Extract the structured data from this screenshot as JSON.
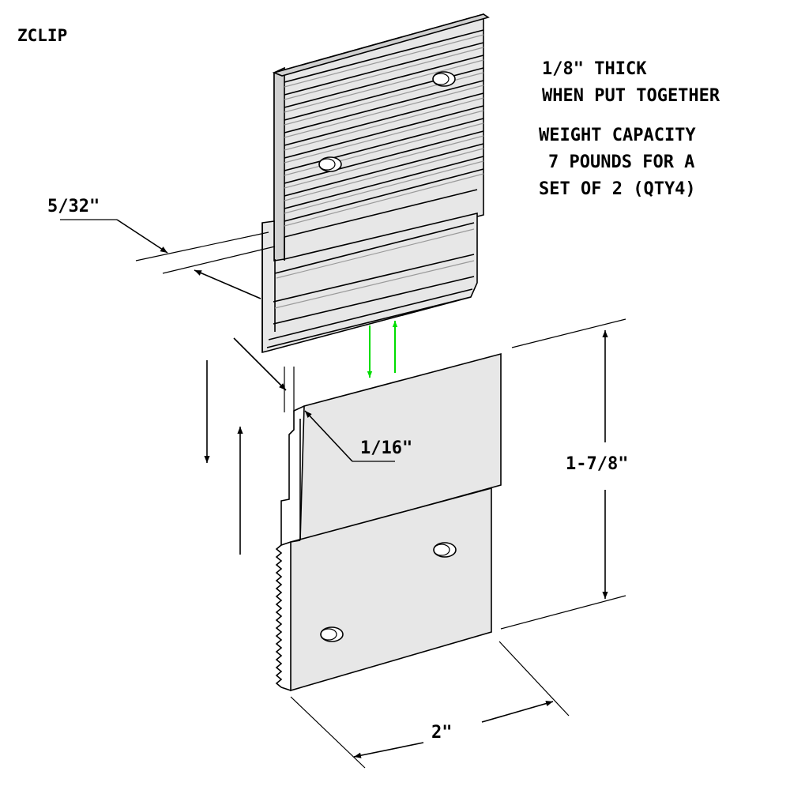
{
  "title": "ZCLIP",
  "notes": {
    "thick_line1": "1/8\" THICK",
    "thick_line2": "WHEN PUT TOGETHER",
    "weight_line1": "WEIGHT CAPACITY",
    "weight_line2": "7 POUNDS FOR A",
    "weight_line3": "SET OF 2 (QTY4)"
  },
  "dimensions": {
    "offset": "5/32\"",
    "gap": "1/16\"",
    "height": "1-7/8\"",
    "width": "2\""
  },
  "colors": {
    "line": "#000000",
    "face": "#e7e7e7",
    "face_shade": "#d0d0d0",
    "rib_light": "#9a9a9a",
    "engage_arrow": "#00dd00"
  }
}
